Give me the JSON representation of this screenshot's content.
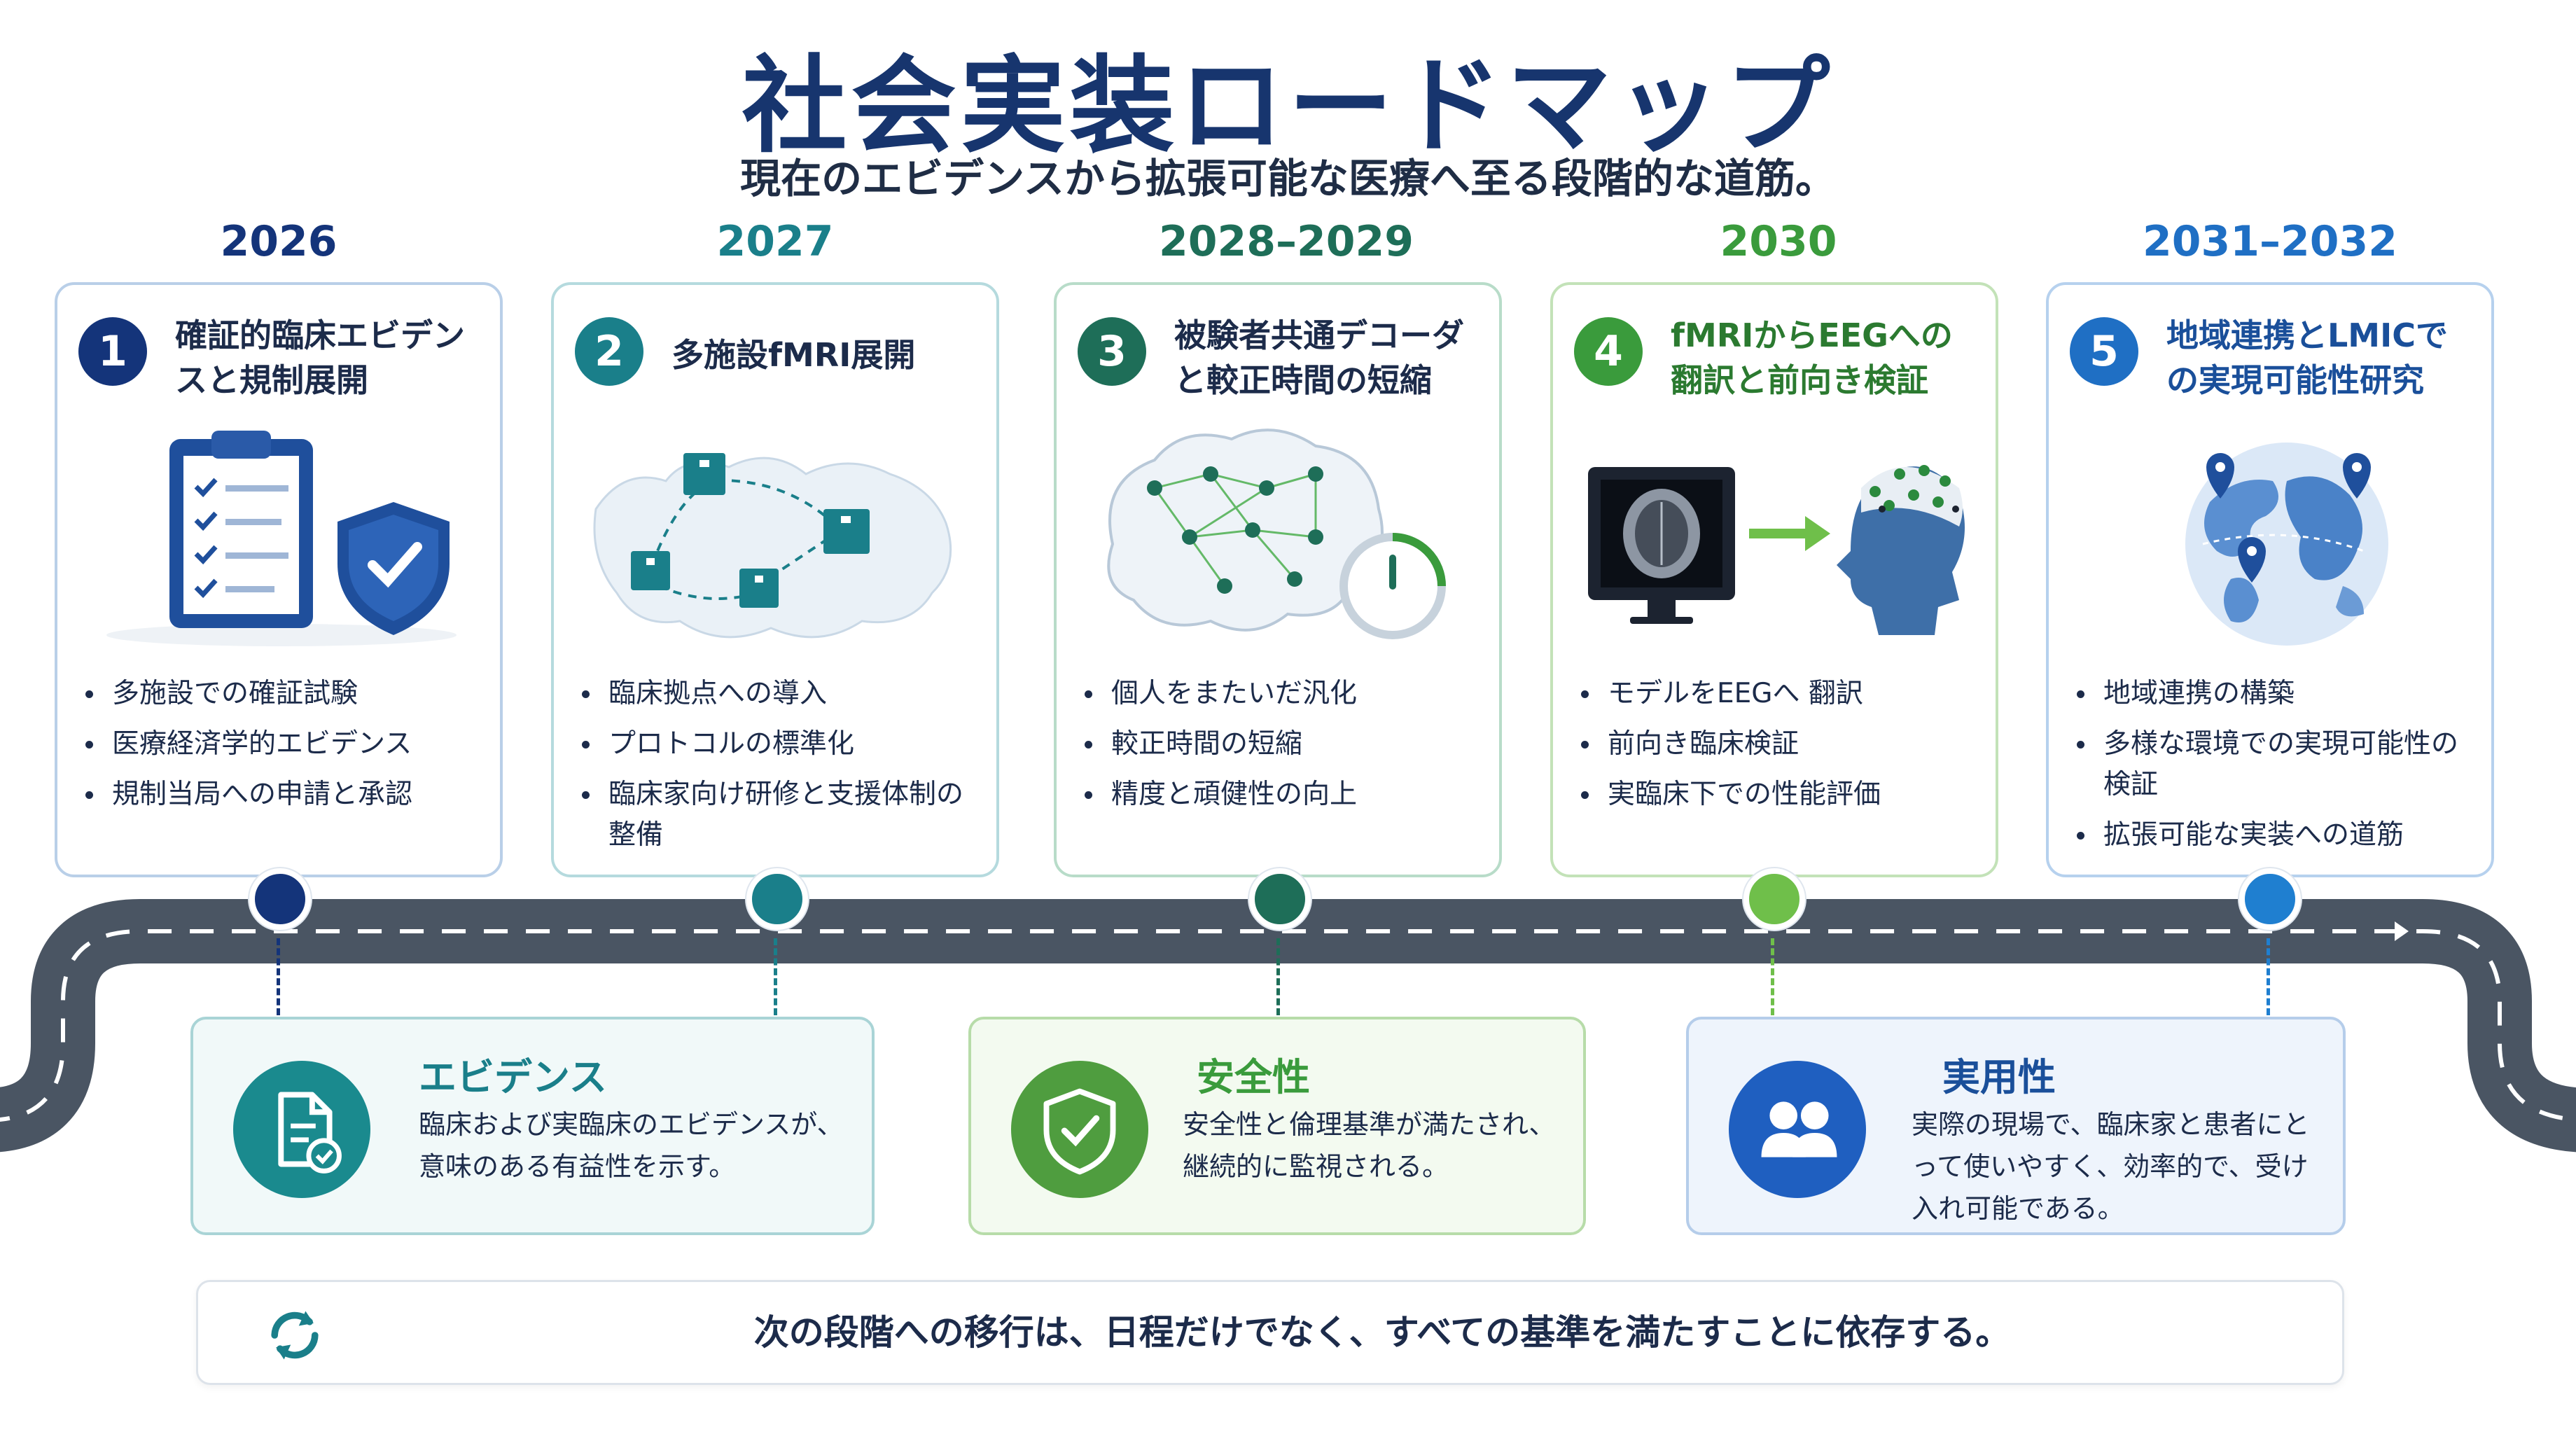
{
  "title": "社会実装ロードマップ",
  "subtitle": "現在のエビデンスから拡張可能な医療へ至る段階的な道筋。",
  "colors": {
    "navy": "#14347a",
    "teal": "#1a7f8a",
    "dark_green": "#1e6e58",
    "green": "#3a9b3c",
    "blue": "#1f6fc4",
    "road": "#4a5563"
  },
  "stages": [
    {
      "year": "2026",
      "number": "1",
      "title": "確証的臨床エビデンスと規制展開",
      "icon": "clipboard-shield-icon",
      "bullets": [
        "多施設での確証試験",
        "医療経済学的エビデンス",
        "規制当局への申請と承認"
      ]
    },
    {
      "year": "2027",
      "number": "2",
      "title": "多施設fMRI展開",
      "icon": "hospital-network-map-icon",
      "bullets": [
        "臨床拠点への導入",
        "プロトコルの標準化",
        "臨床家向け研修と支援体制の整備"
      ]
    },
    {
      "year": "2028–2029",
      "number": "3",
      "title": "被験者共通デコーダと較正時間の短縮",
      "icon": "brain-network-gauge-icon",
      "bullets": [
        "個人をまたいだ汎化",
        "較正時間の短縮",
        "精度と頑健性の向上"
      ]
    },
    {
      "year": "2030",
      "number": "4",
      "title": "fMRIからEEGへの翻訳と前向き検証",
      "icon": "mri-to-eeg-icon",
      "bullets": [
        "モデルをEEGへ 翻訳",
        "前向き臨床検証",
        "実臨床下での性能評価"
      ]
    },
    {
      "year": "2031–2032",
      "number": "5",
      "title": "地域連携とLMICでの実現可能性研究",
      "icon": "globe-pins-icon",
      "bullets": [
        "地域連携の構築",
        "多様な環境での実現可能性の検証",
        "拡張可能な実装への道筋"
      ]
    }
  ],
  "principles": [
    {
      "title": "エビデンス",
      "description": "臨床および実臨床のエビデンスが、意味のある有益性を示す。",
      "icon": "document-check-icon"
    },
    {
      "title": "安全性",
      "description": "安全性と倫理基準が満たされ、継続的に監視される。",
      "icon": "shield-check-icon"
    },
    {
      "title": "実用性",
      "description": "実際の現場で、臨床家と患者にとって使いやすく、効率的で、受け入れ可能である。",
      "icon": "users-icon"
    }
  ],
  "footer": {
    "text": "次の段階への移行は、日程だけでなく、すべての基準を満たすことに依存する。",
    "icon": "refresh-cycle-icon"
  }
}
